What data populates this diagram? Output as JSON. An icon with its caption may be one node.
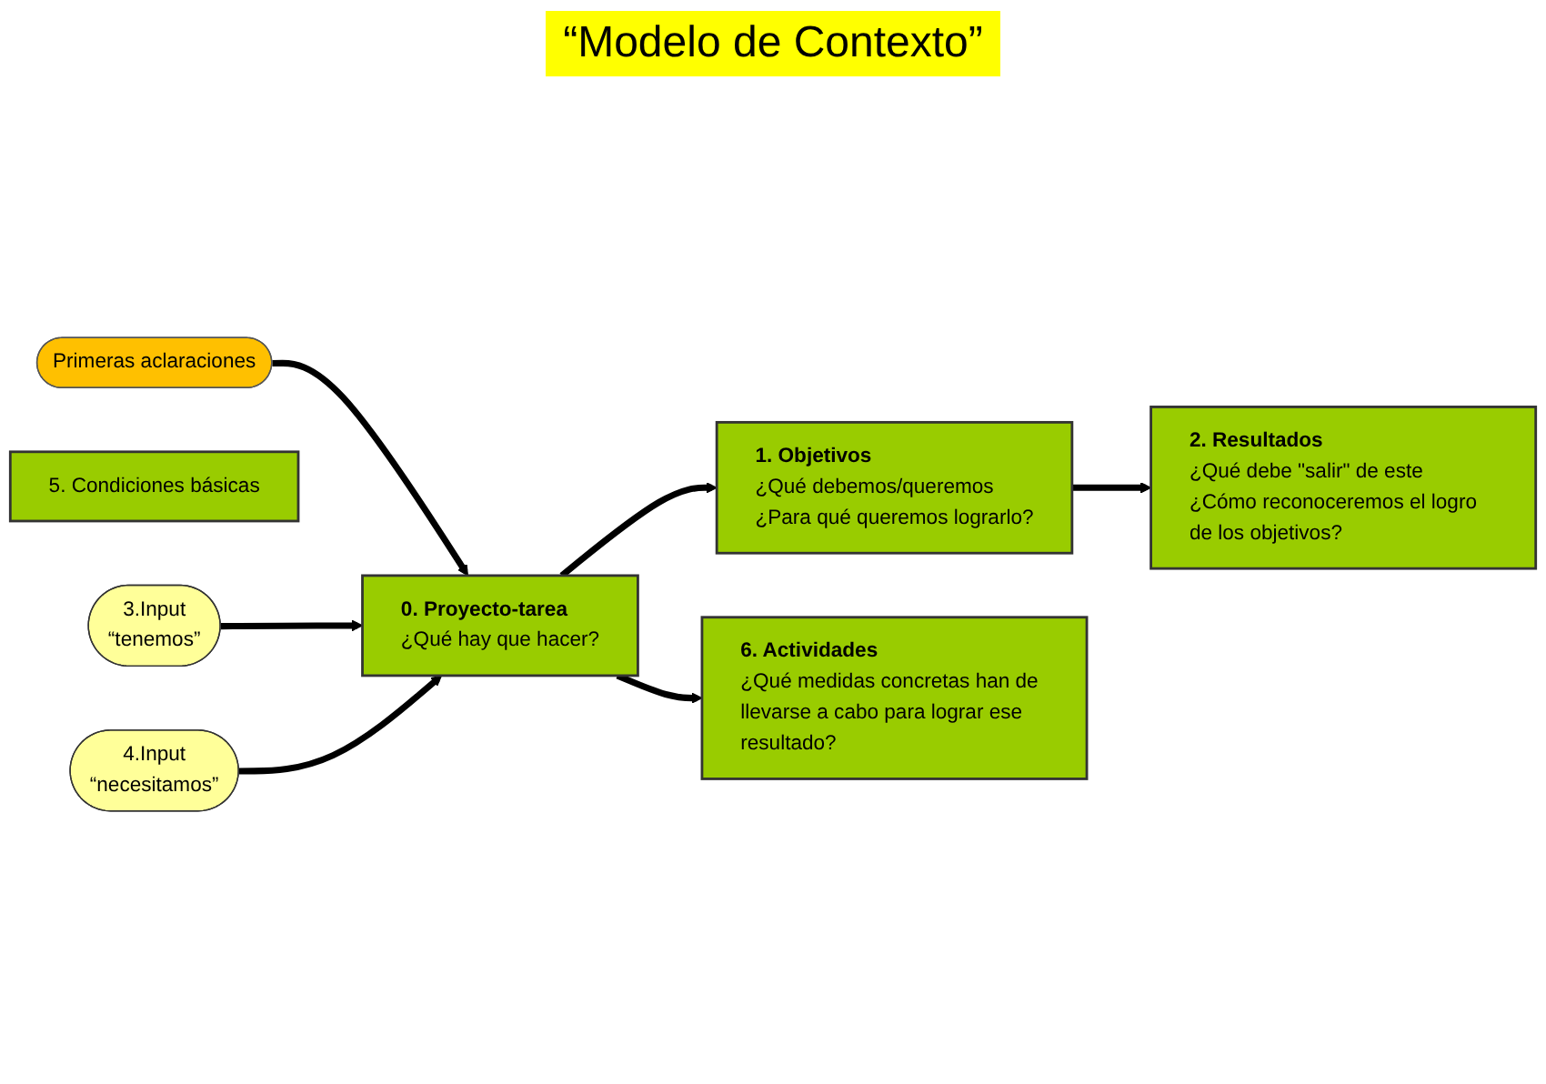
{
  "diagram": {
    "title": "“Modelo de Contexto”",
    "nodes": [
      {
        "text": [
          "Primeras aclaraciones"
        ]
      },
      {
        "text": [
          "5. Condiciones básicas"
        ]
      },
      {
        "text": [
          "3.Input",
          "“tenemos”"
        ]
      },
      {
        "text": [
          "4.Input",
          "“necesitamos”"
        ]
      },
      {
        "text": [
          "0. Proyecto-tarea",
          "¿Qué hay que hacer?"
        ]
      },
      {
        "text": [
          "1. Objetivos",
          "¿Qué debemos/queremos",
          "¿Para qué queremos lograrlo?"
        ]
      },
      {
        "text": [
          "2. Resultados",
          "¿Qué debe \"salir\" de este",
          "¿Cómo reconoceremos el logro de los objetivos?"
        ]
      },
      {
        "text": [
          "6. Actividades",
          "¿Qué medidas concretas han de llevarse a cabo para lograr ese resultado?"
        ]
      }
    ],
    "edges": [
      {
        "from": 0,
        "to": 4,
        "arrow": "to"
      },
      {
        "from": 2,
        "to": 4,
        "arrow": "to"
      },
      {
        "from": 3,
        "to": 4,
        "arrow": "to"
      },
      {
        "from": 4,
        "to": 5,
        "arrow": "to"
      },
      {
        "from": 5,
        "to": 6,
        "arrow": "to"
      },
      {
        "from": 4,
        "to": 7,
        "arrow": "to"
      }
    ]
  }
}
